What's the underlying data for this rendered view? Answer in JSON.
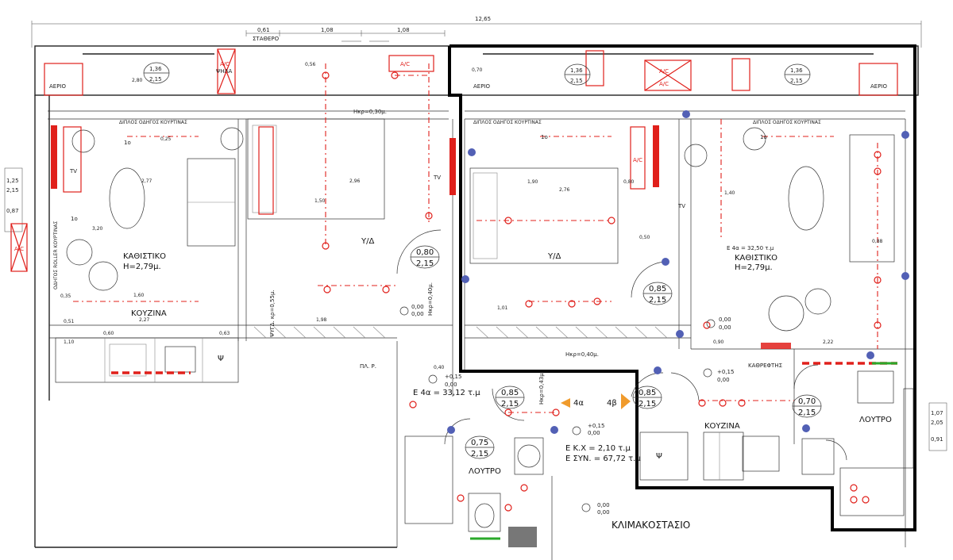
{
  "dimensions_top": {
    "overall": "12,65",
    "d1": "0,61",
    "d2": "1,08",
    "d3": "1,08",
    "staircase_label": "ΣΤΑΘΕΡΟ"
  },
  "room_labels": {
    "kathistiko_left": "ΚΑΘΙΣΤΙΚΟ",
    "kathistiko_left_h": "H=2,79μ.",
    "kouzina_left": "ΚΟΥΖΙΝΑ",
    "ypnodomatio_left": "Υ/Δ",
    "ypnodomatio_right": "Υ/Δ",
    "kathistiko_right_area": "E 4α = 32,50 τ.μ",
    "kathistiko_right": "ΚΑΘΙΣΤΙΚΟ",
    "kathistiko_right_h": "H=2,79μ.",
    "kouzina_right": "ΚΟΥΖΙΝΑ",
    "loutro_left": "ΛΟΥΤΡΟ",
    "loutro_right": "ΛΟΥΤΡΟ",
    "klimakostasio": "ΚΛΙΜΑΚΟΣΤΑΣΙΟ",
    "area_4a": "E 4α = 33,12 τ.μ",
    "area_kx": "E Κ.Χ = 2,10 τ.μ",
    "area_syn": "E ΣΥΝ. = 67,72 τ.μ",
    "apt_4a": "4α",
    "apt_4b": "4β",
    "kathreftis": "ΚΑΘΡΕΦΤΗΣ",
    "pl_r": "ΠΛ. Ρ.",
    "psi": "Ψ",
    "psyg_kr": "ΨΥΓΔ. κρ=0,55μ.",
    "tv": "TV",
    "aerio": "ΑΕΡΙΟ",
    "ac": "A/C",
    "ac_psila": "ΨΗΛΑ",
    "diplos_odigos": "ΔΙΠΛΟΣ ΟΔΗΓΟΣ ΚΟΥΡΤΙΝΑΣ",
    "odigos_roller": "ΟΔΗΓΟΣ ROLLER ΚΟΥΡΤΙΝΑΣ",
    "hkr_030": "Hκρ=0,30μ.",
    "hkr_040": "Hκρ=0,40μ.",
    "hkr_040b": "Hκρ=0,40μ.",
    "hkr_043": "Hκρ=0,43μ.",
    "one_o": "1ο"
  },
  "openings": {
    "w_left_top": [
      "1,36",
      "2,15"
    ],
    "w_mid_top": [
      "1,36",
      "2,15"
    ],
    "w_right_top": [
      "1,36",
      "2,15"
    ],
    "door_bed_left": [
      "0,80",
      "2,15"
    ],
    "door_bed_right": [
      "0,85",
      "2,15"
    ],
    "door_entry_4a": [
      "0,85",
      "2,15"
    ],
    "door_entry_4b": [
      "0,85",
      "2,15"
    ],
    "door_bath_left": [
      "0,75",
      "2,15"
    ],
    "door_bath_right": [
      "0,70",
      "2,15"
    ],
    "side_left": [
      "1,25",
      "2,15",
      "0,87"
    ],
    "side_right": [
      "1,07",
      "2,05",
      "0,91"
    ]
  },
  "levels": {
    "zero": "0,00",
    "plus015": "+0,15"
  },
  "inner_dims": {
    "a": "2,80",
    "b": "2,77",
    "c": "2,96",
    "d": "2,76",
    "e": "1,90",
    "f": "2,27",
    "g": "1,60",
    "h": "1,98",
    "i": "0,51",
    "j": "0,63",
    "k": "0,60",
    "l": "1,01",
    "m": "0,25",
    "n": "0,35",
    "o": "0,40",
    "p": "0,88",
    "q": "2,22",
    "r": "1,40",
    "s": "0,56",
    "t": "3,20",
    "u": "1,50",
    "v": "0,50",
    "w": "0,80",
    "x": "0,70",
    "y": "1,10",
    "z": "0,90"
  }
}
